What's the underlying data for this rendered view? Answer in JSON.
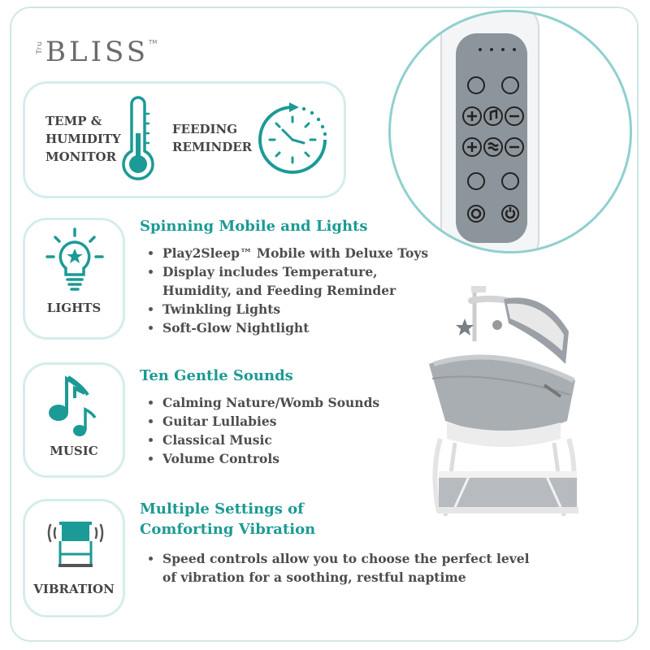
{
  "brand": {
    "tru": "Tru",
    "name": "BLISS",
    "tm": "TM"
  },
  "top_box": {
    "temp_label": [
      "TEMP &",
      "HUMIDITY",
      "MONITOR"
    ],
    "feeding_label": [
      "FEEDING",
      "REMINDER"
    ]
  },
  "features": [
    {
      "icon_label": "LIGHTS",
      "heading": [
        "Spinning Mobile and Lights"
      ],
      "bullets": [
        "Play2Sleep™ Mobile with Deluxe Toys",
        "Display includes Temperature,",
        "Humidity, and Feeding Reminder",
        "Twinkling Lights",
        "Soft-Glow Nightlight"
      ]
    },
    {
      "icon_label": "MUSIC",
      "heading": [
        "Ten Gentle Sounds"
      ],
      "bullets": [
        "Calming Nature/Womb Sounds",
        "Guitar Lullabies",
        "Classical Music",
        "Volume Controls"
      ]
    },
    {
      "icon_label": "VIBRATION",
      "heading": [
        "Multiple Settings of",
        "Comforting Vibration"
      ],
      "bullets": [
        "Speed controls allow you to choose the perfect level of vibration for a soothing, restful naptime"
      ]
    }
  ],
  "colors": {
    "teal": "#1c9a95",
    "box_border": "#d6ecec",
    "circle_border": "#8fd0cf",
    "panel": "#8d959c"
  }
}
